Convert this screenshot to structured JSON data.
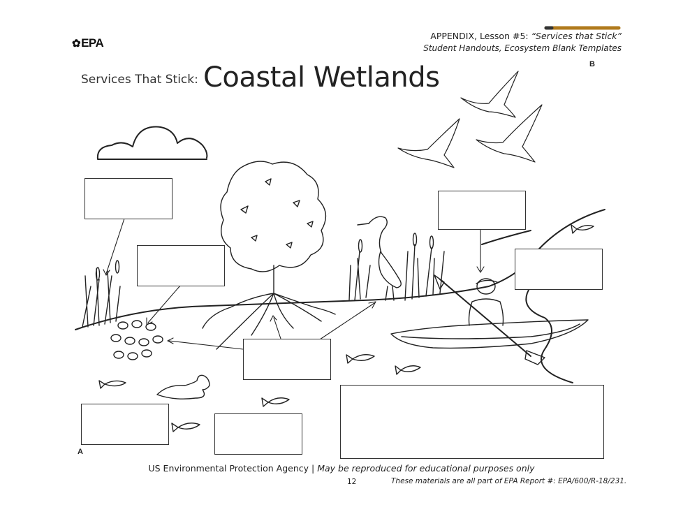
{
  "header": {
    "logo": "EPA",
    "line1_prefix": "APPENDIX, Lesson #5: ",
    "line1_italic": "“Services that Stick”",
    "line2": "Student Handouts, Ecosystem Blank Templates",
    "corner_letter": "B"
  },
  "worksheet": {
    "subtitle": "Services That Stick:",
    "title": "Coastal Wetlands",
    "corner_letter": "A"
  },
  "footer": {
    "agency": "US Environmental Protection Agency | ",
    "reproduce": "May be reproduced for educational purposes only",
    "page_number": "12",
    "report": "These materials are all part of EPA Report #: EPA/600/R-18/231."
  }
}
